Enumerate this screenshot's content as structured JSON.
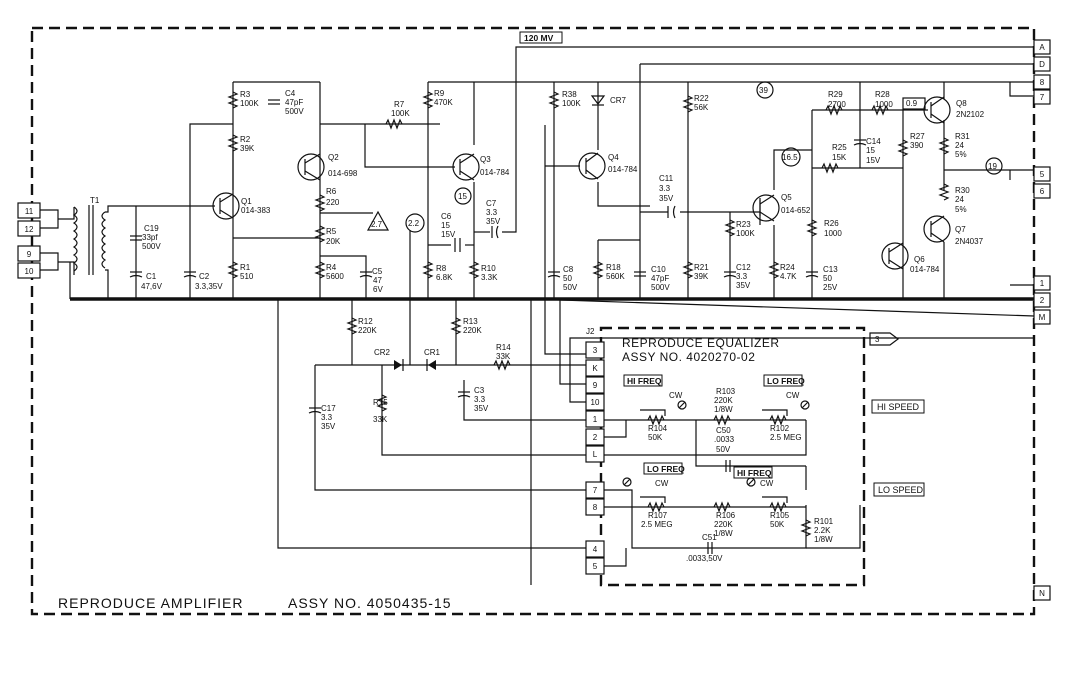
{
  "title": {
    "name": "REPRODUCE AMPLIFIER",
    "assy": "ASSY NO. 4050435-15"
  },
  "equalizer": {
    "name": "REPRODUCE EQUALIZER",
    "assy": "ASSY NO. 4020270-02"
  },
  "tags": {
    "mv120": "120 MV",
    "hi_speed": "HI SPEED",
    "lo_speed": "LO SPEED",
    "eq_arrow": "3"
  },
  "test_points": [
    "2.7",
    "2.2",
    "15",
    "39",
    "16.5",
    "0.9",
    "19"
  ],
  "edge_terminals": [
    "A",
    "D",
    "8",
    "7",
    "5",
    "6",
    "1",
    "2",
    "M",
    "N"
  ],
  "input_terminals": [
    "11",
    "12",
    "9",
    "10"
  ],
  "j2_label": "J2",
  "j2_pins": [
    "3",
    "K",
    "9",
    "10",
    "1",
    "2",
    "L",
    "7",
    "8",
    "4",
    "5"
  ],
  "freq_labels": [
    "HI FREQ",
    "LO FREQ",
    "LO FREQ",
    "HI FREQ"
  ],
  "cw": "CW",
  "components": [
    {
      "ref": "T1",
      "val": ""
    },
    {
      "ref": "C19",
      "val": "33pf",
      "val2": "500V"
    },
    {
      "ref": "C1",
      "val": "47,6V"
    },
    {
      "ref": "C2",
      "val": "3.3,35V"
    },
    {
      "ref": "R3",
      "val": "100K"
    },
    {
      "ref": "C4",
      "val": "47pF",
      "val2": "500V"
    },
    {
      "ref": "R2",
      "val": "39K"
    },
    {
      "ref": "Q1",
      "val": "014-383"
    },
    {
      "ref": "R1",
      "val": "510"
    },
    {
      "ref": "Q2",
      "val": "014-698"
    },
    {
      "ref": "R6",
      "val": "220"
    },
    {
      "ref": "R5",
      "val": "20K"
    },
    {
      "ref": "R4",
      "val": "5600"
    },
    {
      "ref": "C5",
      "val": "47",
      "val2": "6V"
    },
    {
      "ref": "R7",
      "val": "100K"
    },
    {
      "ref": "R9",
      "val": "470K"
    },
    {
      "ref": "Q3",
      "val": "014-784"
    },
    {
      "ref": "C6",
      "val": "15",
      "val2": "15V"
    },
    {
      "ref": "C7",
      "val": "3.3",
      "val2": "35V"
    },
    {
      "ref": "R8",
      "val": "6.8K"
    },
    {
      "ref": "R10",
      "val": "3.3K"
    },
    {
      "ref": "R38",
      "val": "100K"
    },
    {
      "ref": "CR7",
      "val": ""
    },
    {
      "ref": "Q4",
      "val": "014-784"
    },
    {
      "ref": "C8",
      "val": "50",
      "val2": "50V"
    },
    {
      "ref": "R18",
      "val": "560K"
    },
    {
      "ref": "C10",
      "val": "47pF",
      "val2": "500V"
    },
    {
      "ref": "C11",
      "val": "3.3",
      "val2": "35V"
    },
    {
      "ref": "R22",
      "val": "56K"
    },
    {
      "ref": "R21",
      "val": "39K"
    },
    {
      "ref": "R23",
      "val": "100K"
    },
    {
      "ref": "C12",
      "val": "3.3",
      "val2": "35V"
    },
    {
      "ref": "Q5",
      "val": "014-652"
    },
    {
      "ref": "R24",
      "val": "4.7K"
    },
    {
      "ref": "C13",
      "val": "50",
      "val2": "25V"
    },
    {
      "ref": "R26",
      "val": "1000"
    },
    {
      "ref": "R25",
      "val": "15K"
    },
    {
      "ref": "C14",
      "val": "15",
      "val2": "15V"
    },
    {
      "ref": "R29",
      "val": "2700"
    },
    {
      "ref": "R28",
      "val": "1000"
    },
    {
      "ref": "R27",
      "val": "390"
    },
    {
      "ref": "Q8",
      "val": "2N2102"
    },
    {
      "ref": "R31",
      "val": "24",
      "val2": "5%"
    },
    {
      "ref": "R30",
      "val": "24",
      "val2": "5%"
    },
    {
      "ref": "Q7",
      "val": "2N4037"
    },
    {
      "ref": "Q6",
      "val": "014-784"
    },
    {
      "ref": "R12",
      "val": "220K"
    },
    {
      "ref": "R13",
      "val": "220K"
    },
    {
      "ref": "CR2",
      "val": ""
    },
    {
      "ref": "CR1",
      "val": ""
    },
    {
      "ref": "R14",
      "val": "33K"
    },
    {
      "ref": "C17",
      "val": "3.3",
      "val2": "35V"
    },
    {
      "ref": "R15",
      "val": "33K"
    },
    {
      "ref": "C3",
      "val": "3.3",
      "val2": "35V"
    },
    {
      "ref": "R104",
      "val": "50K"
    },
    {
      "ref": "R103",
      "val": "220K",
      "val2": "1/8W"
    },
    {
      "ref": "R102",
      "val": "2.5 MEG"
    },
    {
      "ref": "C50",
      "val": ".0033",
      "val2": "50V"
    },
    {
      "ref": "R107",
      "val": "2.5 MEG"
    },
    {
      "ref": "R106",
      "val": "220K",
      "val2": "1/8W"
    },
    {
      "ref": "R105",
      "val": "50K"
    },
    {
      "ref": "R101",
      "val": "2.2K",
      "val2": "1/8W"
    },
    {
      "ref": "C51",
      "val": ".0033,50V"
    }
  ]
}
